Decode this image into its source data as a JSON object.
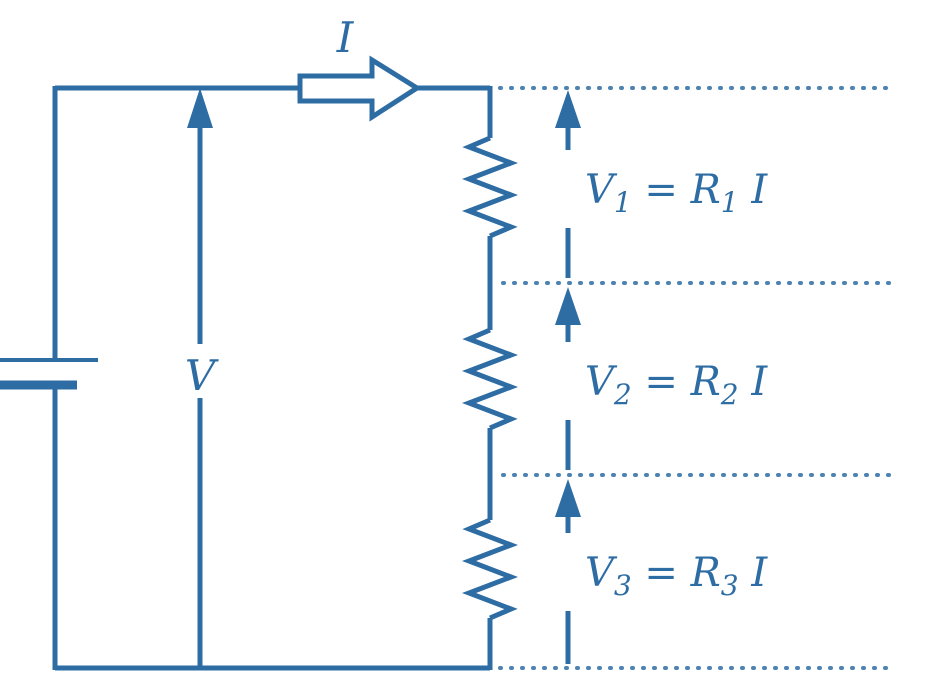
{
  "diagram": {
    "kind": "series-resistor-circuit",
    "colors": {
      "stroke": "#2e6da4",
      "background": "#ffffff"
    },
    "labels": {
      "current": "I",
      "voltage": "V"
    },
    "equations": [
      {
        "lhs": "V",
        "lhs_sub": "1",
        "eq": " = ",
        "rhs": "R",
        "rhs_sub": "1",
        "current": " I"
      },
      {
        "lhs": "V",
        "lhs_sub": "2",
        "eq": " = ",
        "rhs": "R",
        "rhs_sub": "2",
        "current": " I"
      },
      {
        "lhs": "V",
        "lhs_sub": "3",
        "eq": " = ",
        "rhs": "R",
        "rhs_sub": "3",
        "current": " I"
      }
    ]
  }
}
